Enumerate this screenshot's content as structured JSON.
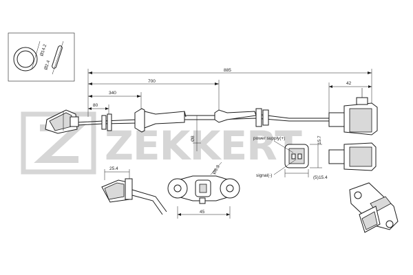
{
  "brand": {
    "watermark": "ZEKKERT"
  },
  "dimensions": {
    "overall_length": "885",
    "to_third_boot": "700",
    "to_second_grommet": "340",
    "first_grommet": "80",
    "connector_offset": "42",
    "width_small": "Ø8",
    "connector_height": "15.7",
    "connector_width": "(5)15.4",
    "sensor_offset": "25.4",
    "flange_hole": "Ø6.3",
    "flange_length": "45"
  },
  "ring_detail": {
    "outer_dia": "Ø14.2",
    "cross_section": "Ø2.4"
  },
  "pin_labels": {
    "power": "power  supply(+)",
    "signal": "signal(-)"
  }
}
